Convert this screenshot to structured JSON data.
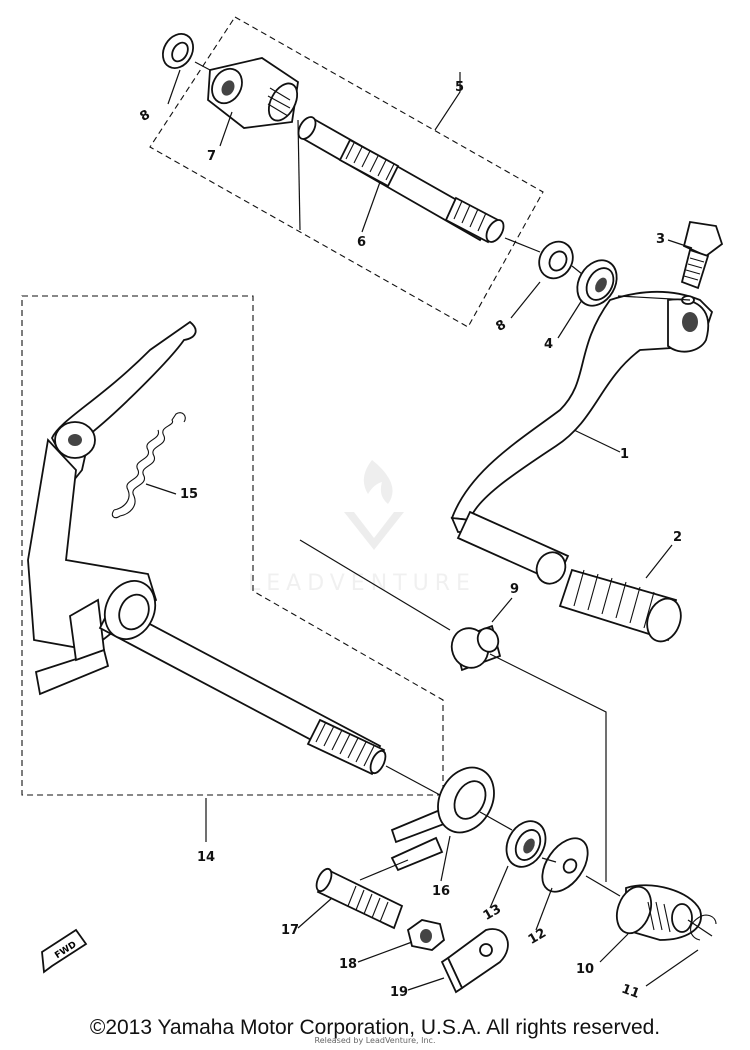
{
  "watermark": "LEADVENTURE",
  "direction_marker": "FWD",
  "labels": {
    "p1": "1",
    "p2": "2",
    "p3": "3",
    "p4": "4",
    "p5": "5",
    "p6": "6",
    "p7": "7",
    "p8a": "8",
    "p8b": "8",
    "p9": "9",
    "p10": "10",
    "p11": "11",
    "p12": "12",
    "p13": "13",
    "p14": "14",
    "p15": "15",
    "p16": "16",
    "p17": "17",
    "p18": "18",
    "p19": "19"
  },
  "footer": {
    "copyright": "©2013 Yamaha Motor Corporation, U.S.A. All rights reserved.",
    "released": "Released by LeadVenture, Inc."
  }
}
